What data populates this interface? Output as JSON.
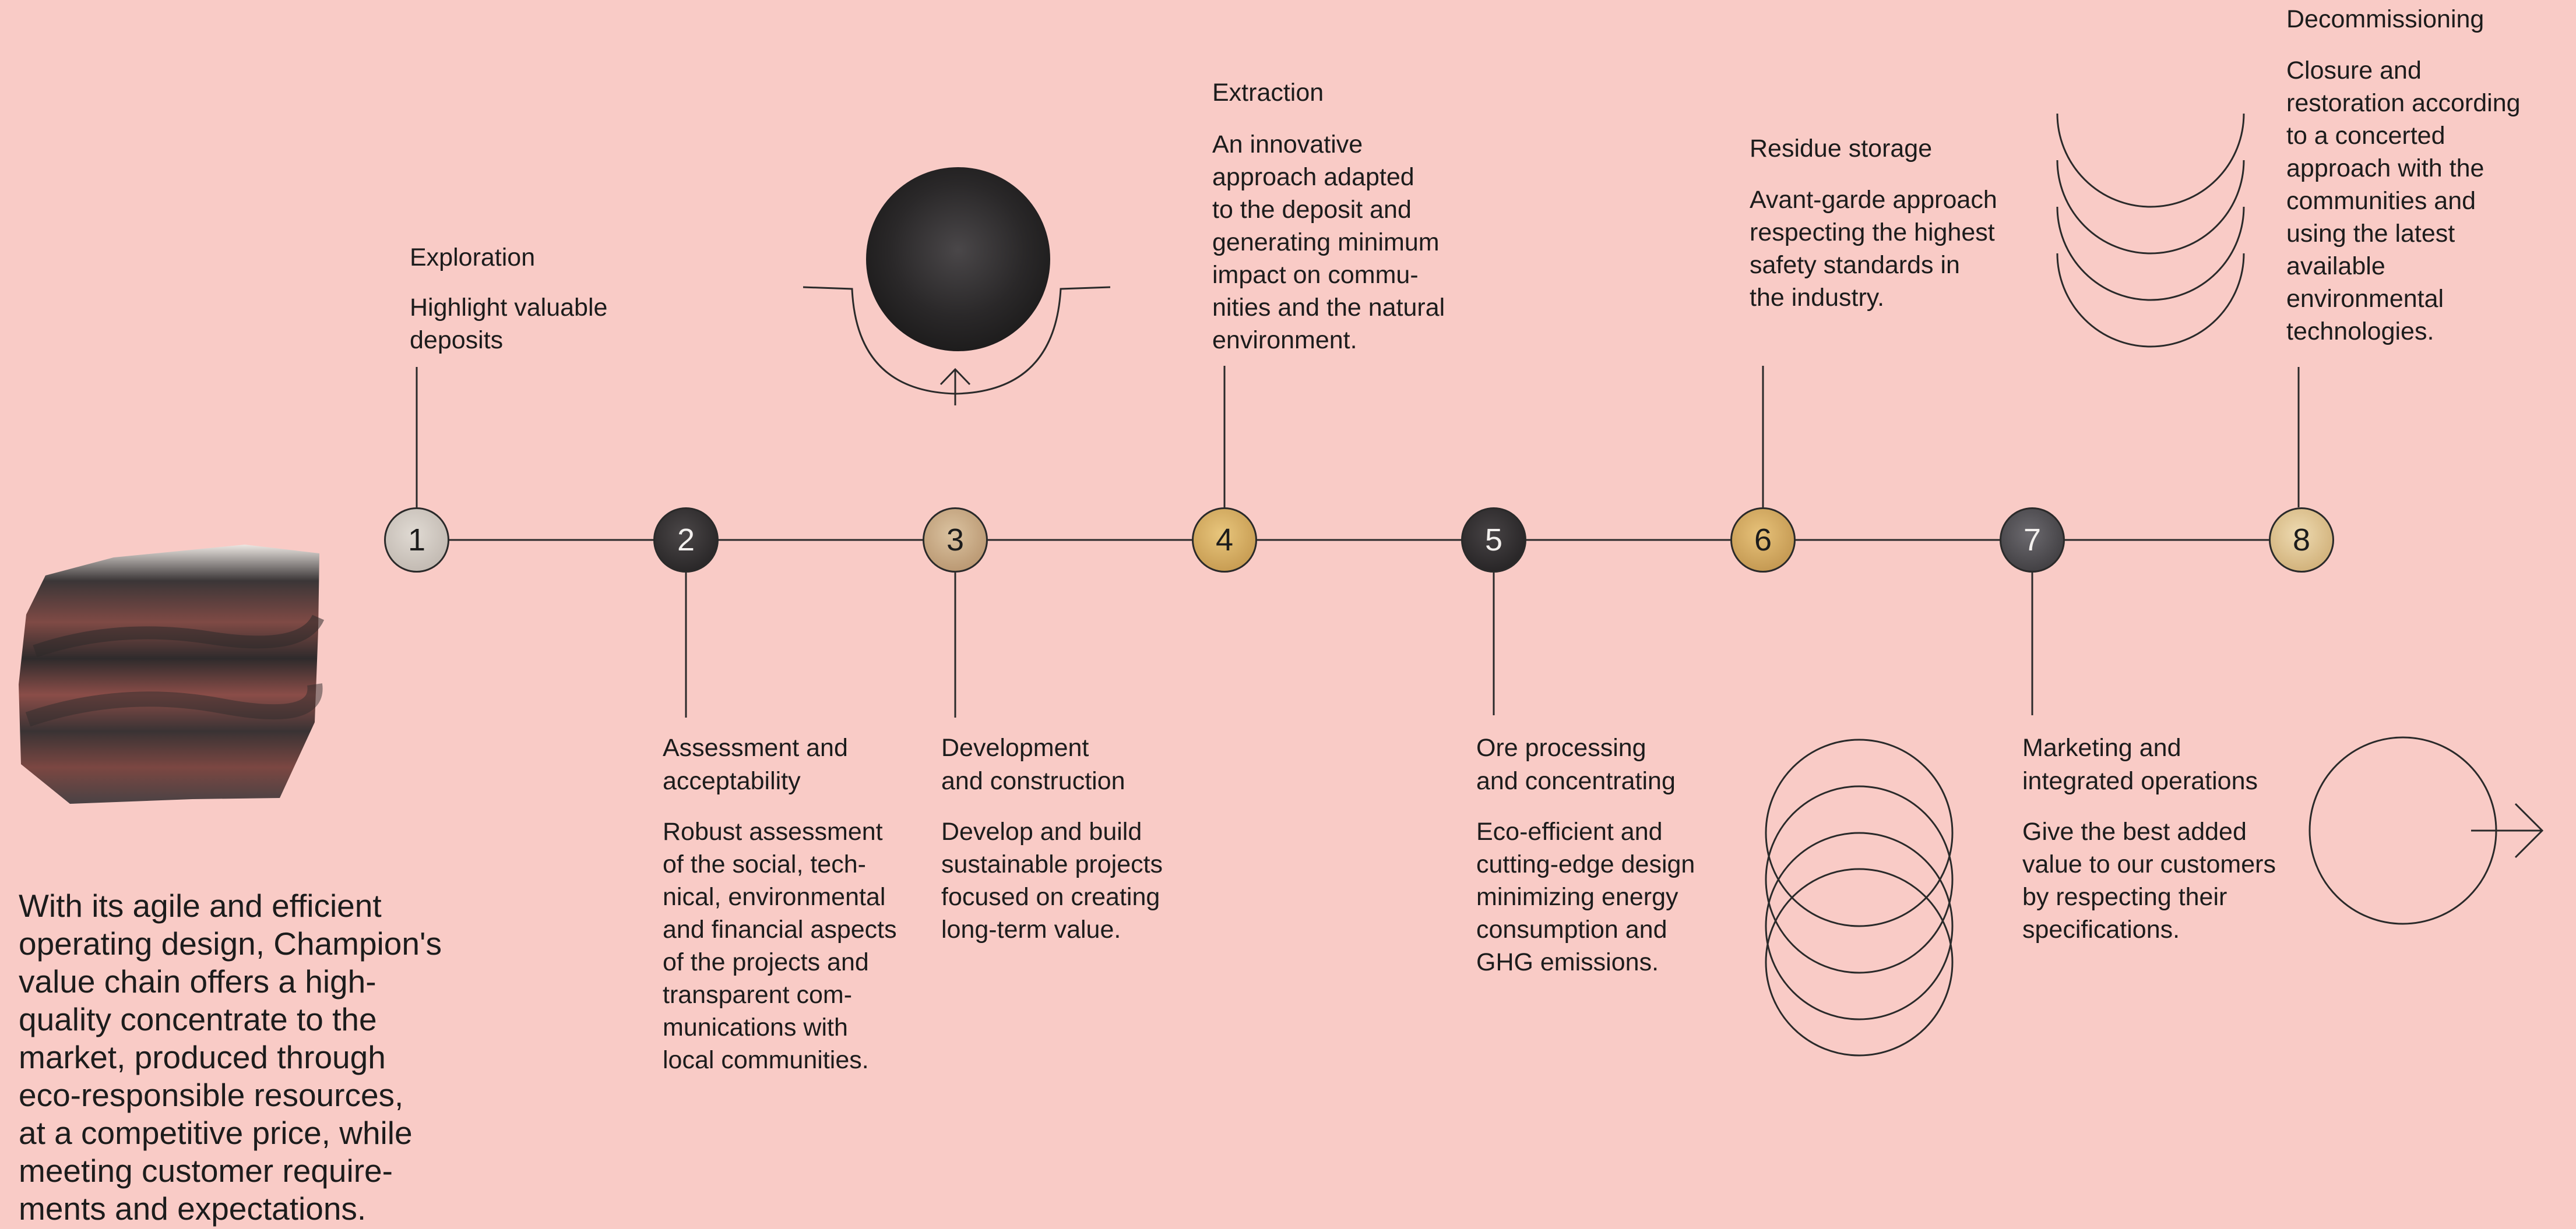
{
  "stages": [
    {
      "number": "1",
      "title": "Exploration",
      "description": [
        "Highlight valuable",
        "deposits"
      ]
    },
    {
      "number": "2",
      "title": "Assessment and acceptability",
      "title_lines": [
        "Assessment and",
        "acceptability"
      ],
      "description": [
        "Robust assessment",
        "of the social, tech-",
        "nical, environmental",
        "and financial aspects",
        "of the projects and",
        "transparent com-",
        "munications with",
        "local communities."
      ]
    },
    {
      "number": "3",
      "title": "Development and construction",
      "title_lines": [
        "Development",
        "and construction"
      ],
      "description": [
        "Develop and build",
        "sustainable projects",
        "focused on creating",
        "long-term value."
      ]
    },
    {
      "number": "4",
      "title": "Extraction",
      "description": [
        "An innovative",
        "approach adapted",
        "to the deposit and",
        "generating minimum",
        "impact on commu-",
        "nities and the natural",
        "environment."
      ]
    },
    {
      "number": "5",
      "title": "Ore processing and concentrating",
      "title_lines": [
        "Ore processing",
        "and concentrating"
      ],
      "description": [
        "Eco-efficient and",
        "cutting-edge design",
        "minimizing energy",
        "consumption and",
        "GHG emissions."
      ]
    },
    {
      "number": "6",
      "title": "Residue storage",
      "description": [
        "Avant-garde approach",
        "respecting the highest",
        "safety standards in",
        "the industry."
      ]
    },
    {
      "number": "7",
      "title": "Marketing and integrated operations",
      "title_lines": [
        "Marketing and",
        "integrated operations"
      ],
      "description": [
        "Give the best added",
        "value to our customers",
        "by respecting their",
        "specifications."
      ]
    },
    {
      "number": "8",
      "title": "Decommissioning",
      "description": [
        "Closure and",
        "restoration according",
        "to a concerted",
        "approach with the",
        "communities and",
        "using the latest",
        "available",
        "environmental",
        "technologies."
      ]
    }
  ],
  "intro": [
    "With its agile and efficient",
    "operating design, Champion's",
    "value chain offers a high-",
    "quality concentrate to the",
    "market, produced through",
    "eco-responsible resources,",
    "at a competitive price, while",
    "meeting customer require-",
    "ments and expectations."
  ],
  "colors": {
    "background": "#f9cbc6",
    "line": "#2a2a2a",
    "node_1": "#cfc8c0",
    "node_2": "#2c2a2b",
    "node_3": "#c8a77f",
    "node_4": "#d7ad5c",
    "node_5": "#2a2829",
    "node_6": "#d6aa5e",
    "node_7": "#4d4b4e",
    "node_8": "#d8c08e"
  }
}
